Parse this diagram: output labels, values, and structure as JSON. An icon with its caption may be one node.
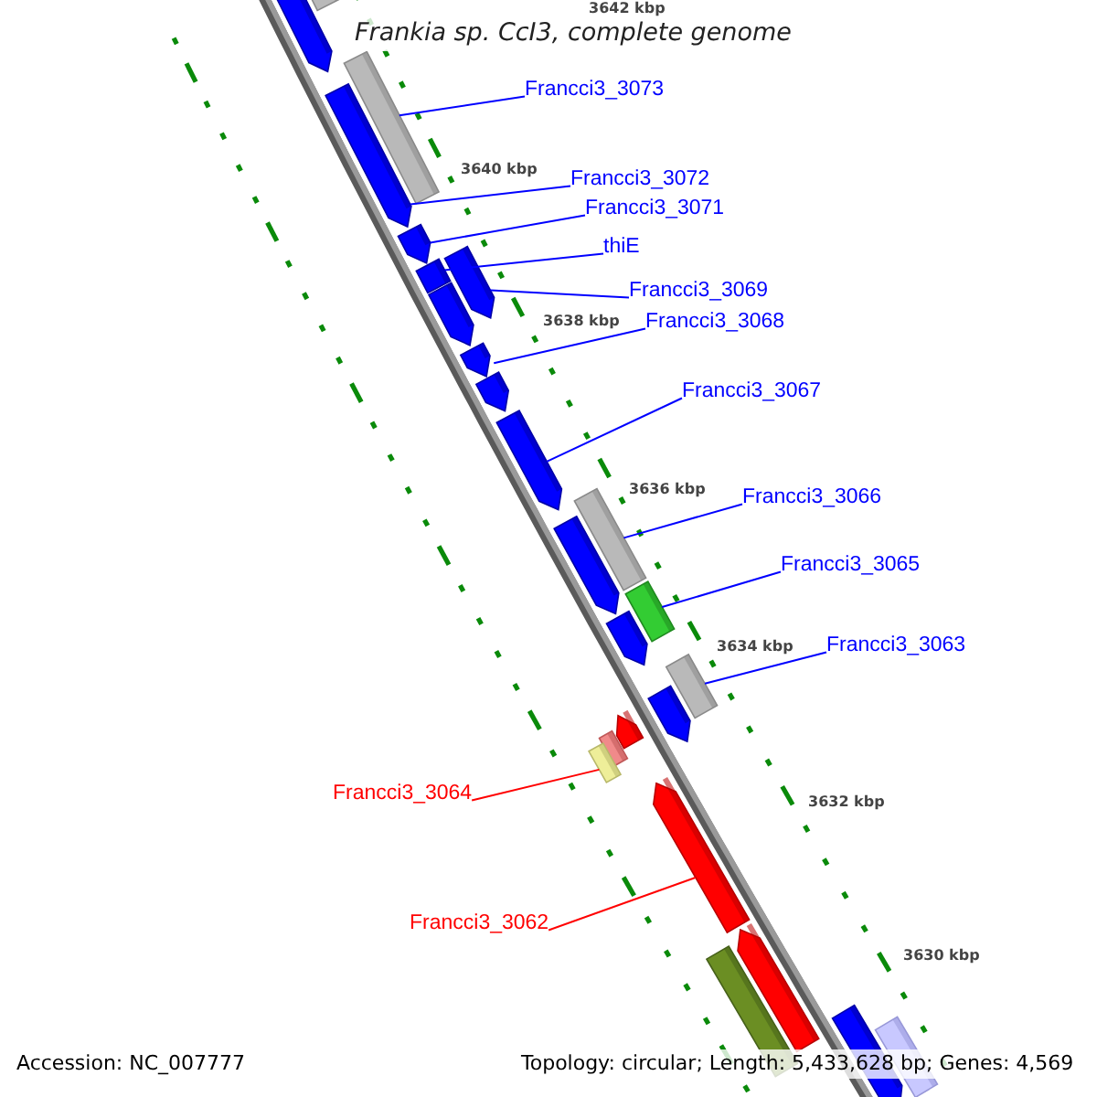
{
  "diagram": {
    "title": "Frankia sp. CcI3, complete genome",
    "nodes": [
      {
        "text": [],
        "shape": "bar"
      },
      {
        "text": [],
        "shape": "bar"
      },
      {
        "text": [],
        "shape": "bar"
      },
      {
        "text": [],
        "shape": "bar"
      },
      {
        "text": [],
        "shape": "bar"
      },
      {
        "text": [],
        "shape": "bar"
      },
      {
        "text": [],
        "shape": "bar"
      },
      {
        "text": [],
        "shape": "bar"
      },
      {
        "text": [],
        "shape": "bar"
      },
      {
        "text": [],
        "shape": "bar"
      },
      {
        "text": [],
        "shape": "bar"
      },
      {
        "text": [],
        "shape": "bar"
      },
      {
        "text": [],
        "shape": "bar"
      },
      {
        "text": [],
        "shape": "bar"
      },
      {
        "text": [],
        "shape": "bar"
      },
      {
        "text": [],
        "shape": "bar"
      },
      {
        "text": [],
        "shape": "bar"
      },
      {
        "text": [],
        "shape": "bar"
      },
      {
        "text": [],
        "shape": "bar"
      },
      {
        "text": [],
        "shape": "bar"
      },
      {
        "text": [],
        "shape": "bar"
      },
      {
        "text": [],
        "shape": "bar"
      },
      {
        "text": [],
        "shape": "bar"
      },
      {
        "text": [],
        "shape": "bar"
      },
      {
        "text": [],
        "shape": "bar"
      },
      {
        "text": [
          "Francci3_3073"
        ]
      },
      {
        "text": [
          "Francci3_3072"
        ]
      },
      {
        "text": [
          "Francci3_3071"
        ]
      },
      {
        "text": [
          "thiE"
        ]
      },
      {
        "text": [
          "Francci3_3069"
        ]
      },
      {
        "text": [
          "Francci3_3068"
        ]
      },
      {
        "text": [
          "Francci3_3067"
        ]
      },
      {
        "text": [
          "Francci3_3066"
        ]
      },
      {
        "text": [
          "Francci3_3065"
        ]
      },
      {
        "text": [
          "Francci3_3063"
        ]
      },
      {
        "text": [
          "Francci3_3064"
        ]
      },
      {
        "text": [
          "Francci3_3062"
        ]
      }
    ],
    "edges": [
      {
        "from": 25,
        "to": 2,
        "arrow": "none"
      },
      {
        "from": 26,
        "to": 3,
        "arrow": "none"
      },
      {
        "from": 27,
        "to": 4,
        "arrow": "none"
      },
      {
        "from": 28,
        "to": 5,
        "arrow": "none"
      },
      {
        "from": 29,
        "to": 6,
        "arrow": "none"
      },
      {
        "from": 30,
        "to": 8,
        "arrow": "none"
      },
      {
        "from": 31,
        "to": 10,
        "arrow": "none"
      },
      {
        "from": 32,
        "to": 11,
        "arrow": "none"
      },
      {
        "from": 33,
        "to": 13,
        "arrow": "none"
      },
      {
        "from": 34,
        "to": 15,
        "arrow": "none"
      },
      {
        "from": 35,
        "to": 19,
        "arrow": "none",
        "color": "#ff0000"
      },
      {
        "from": 36,
        "to": 20,
        "arrow": "none",
        "color": "#ff0000"
      }
    ],
    "labels": [
      "3642 kbp",
      "3640 kbp",
      "3638 kbp",
      "3636 kbp",
      "3634 kbp",
      "3632 kbp",
      "3630 kbp",
      "Accession: NC_007777",
      "Topology: circular; Length: 5,433,628 bp; Genes: 4,569"
    ]
  }
}
